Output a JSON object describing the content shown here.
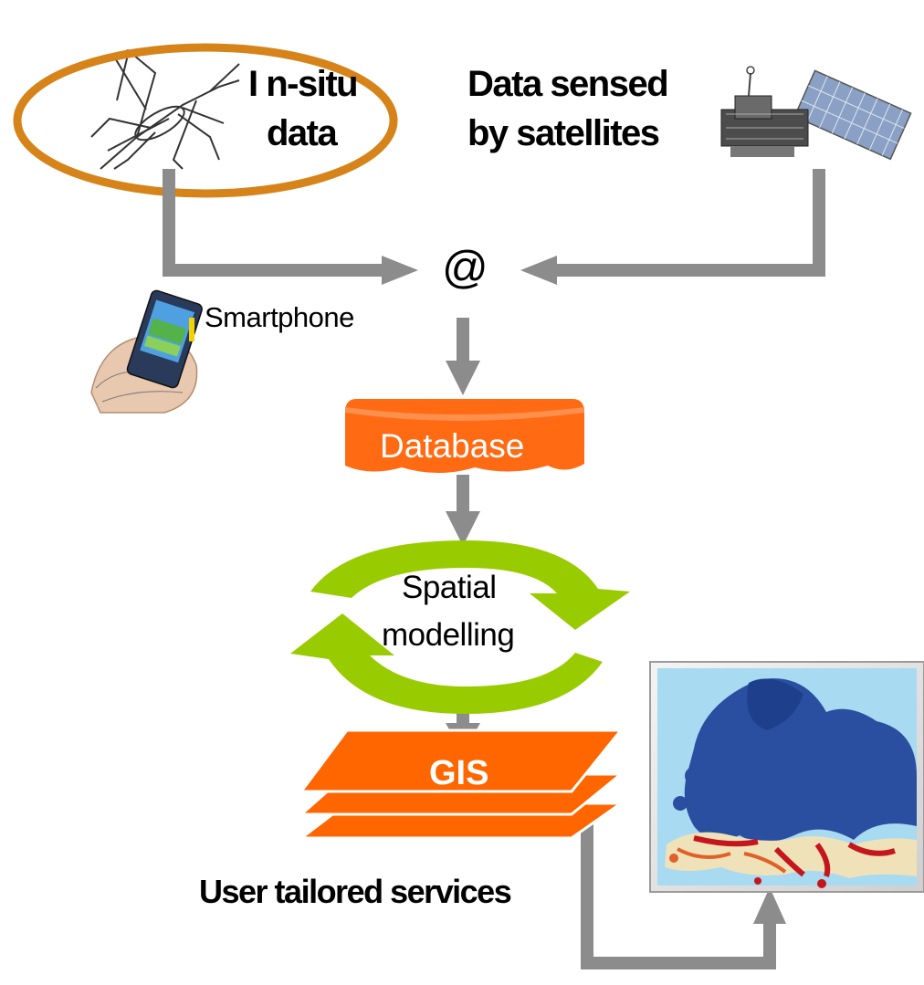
{
  "labels": {
    "in_situ_line1": "I n-situ",
    "in_situ_line2": "data",
    "satellite_line1": "Data sensed",
    "satellite_line2": "by satellites",
    "at_symbol": "@",
    "smartphone": "Smartphone",
    "database": "Database",
    "spatial_line1": "Spatial",
    "spatial_line2": "modelling",
    "gis": "GIS",
    "user_services": "User tailored services"
  },
  "colors": {
    "arrow_gray": "#8c8c8c",
    "ellipse_orange": "#d6831a",
    "database_orange": "#ff6a13",
    "gis_orange": "#ff6600",
    "cycle_green": "#99cc00",
    "map_sea": "#a8daf2",
    "map_land_dark": "#2a4fa0",
    "map_hot": "#c4161c",
    "text": "#000000",
    "label_white": "#ffffff"
  },
  "icons": [
    "mosquito-icon",
    "satellite-icon",
    "smartphone-icon",
    "europe-map"
  ]
}
